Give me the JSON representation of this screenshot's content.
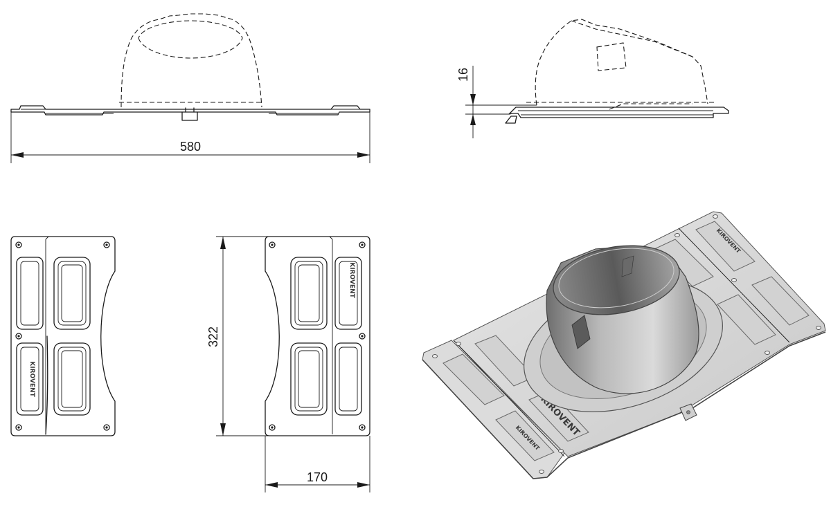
{
  "dimensions": {
    "width": "580",
    "flashing_height": "16",
    "length": "322",
    "half_width": "170"
  },
  "brand": {
    "label": "KIROVENT"
  },
  "colors": {
    "line": "#1a1a1a",
    "metal_light": "#e2e2e2",
    "metal_mid": "#c4c4c4",
    "metal_dark": "#8f8f8f",
    "background": "#ffffff"
  }
}
